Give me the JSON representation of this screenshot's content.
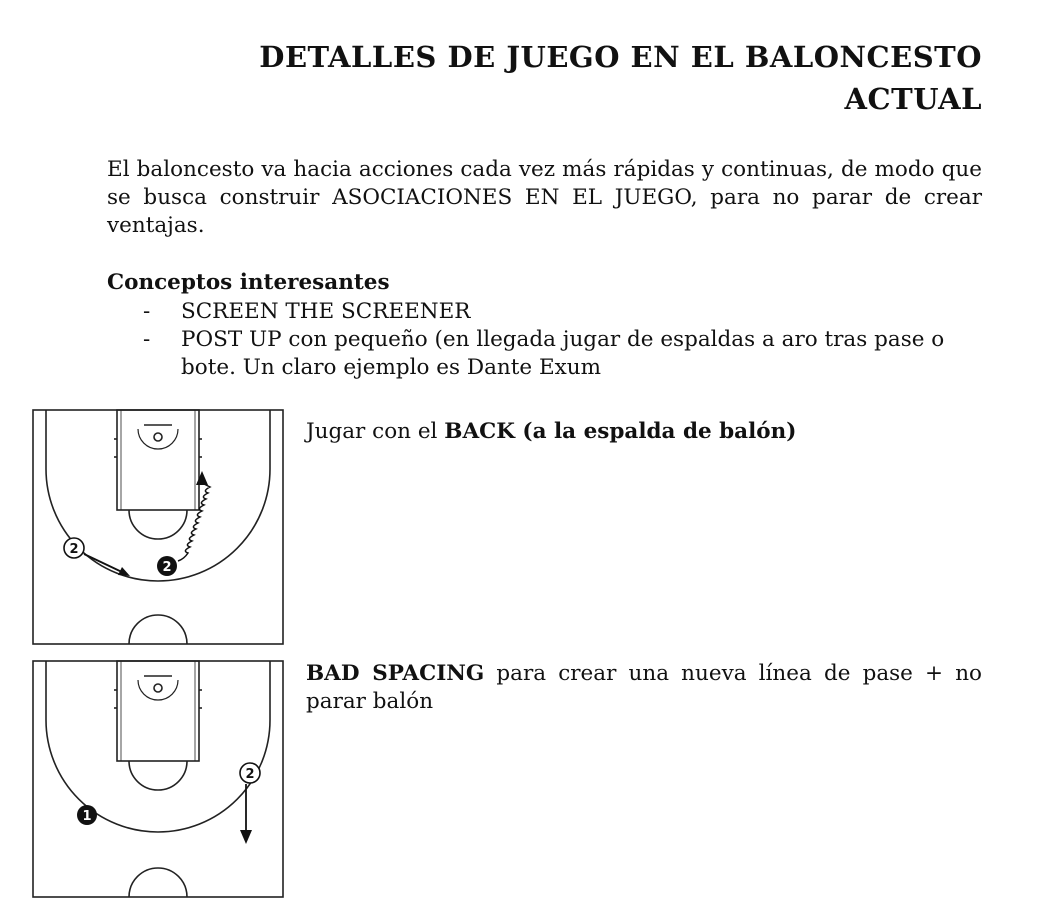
{
  "title": {
    "line1": "DETALLES DE JUEGO EN EL BALONCESTO",
    "line2": "ACTUAL"
  },
  "intro": "El baloncesto va hacia acciones cada vez más rápidas y continuas, de modo que se busca construir ASOCIACIONES EN EL JUEGO, para no parar de crear ventajas.",
  "concepts": {
    "heading": "Conceptos interesantes",
    "items": [
      "SCREEN THE SCREENER",
      "POST UP con pequeño (en llegada jugar de espaldas a aro tras pase o bote. Un claro ejemplo es Dante Exum"
    ]
  },
  "diagrams": [
    {
      "caption_plain": "Jugar con el ",
      "caption_bold": "BACK (a la espalda de balón)",
      "caption_rest": "",
      "players": [
        {
          "label": "2",
          "style": "outlined"
        },
        {
          "label": "2",
          "style": "filled"
        }
      ]
    },
    {
      "caption_plain": "",
      "caption_bold": "BAD SPACING",
      "caption_rest": " para crear una nueva línea de pase + no parar balón",
      "players": [
        {
          "label": "1",
          "style": "filled"
        },
        {
          "label": "2",
          "style": "outlined"
        }
      ]
    }
  ],
  "colors": {
    "ink": "#111111",
    "court_line": "#222222"
  }
}
